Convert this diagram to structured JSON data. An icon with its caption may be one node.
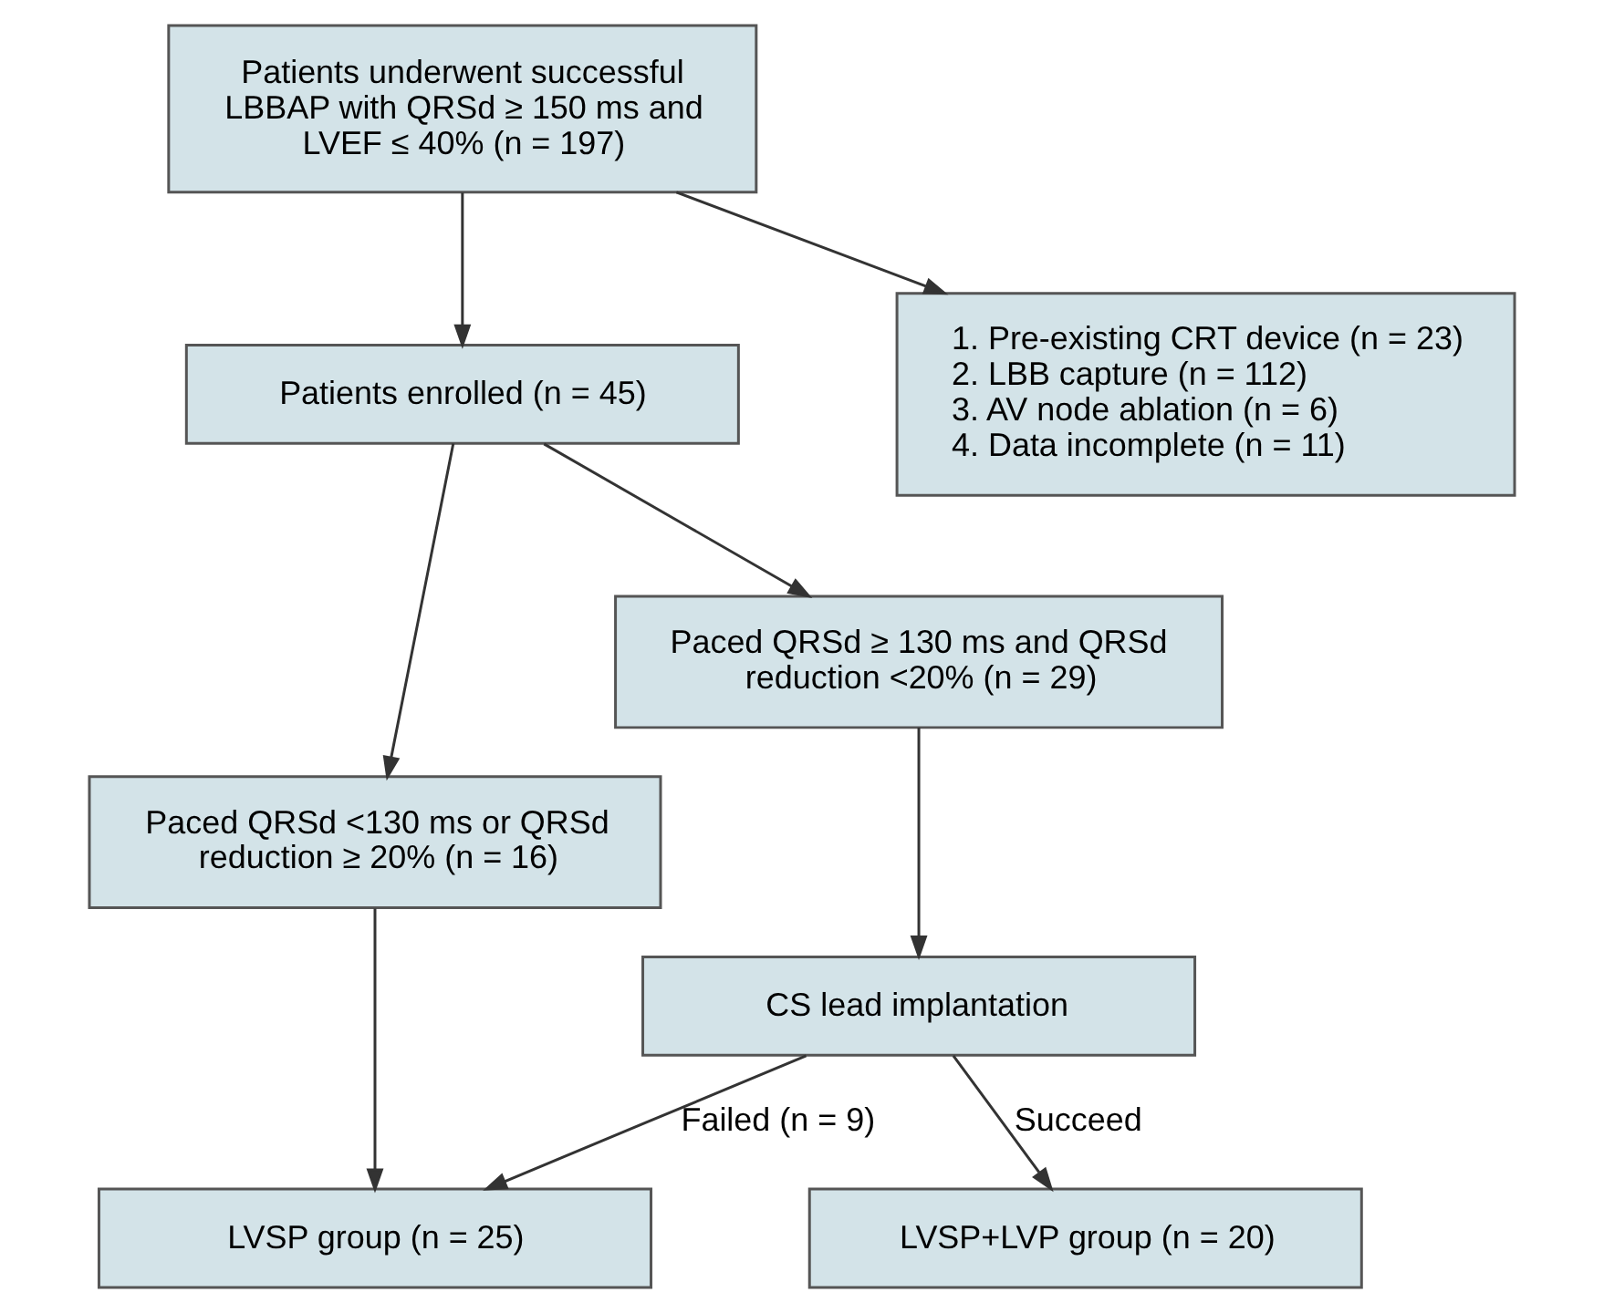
{
  "diagram": {
    "nodes": [
      {
        "text": [
          "Patients underwent successful LBBAP with QRSd ≥ 150 ms and LVEF ≤ 40% (n = 197)"
        ]
      },
      {
        "text": [
          "1. Pre-existing CRT device (n = 23)",
          "2. LBB capture (n = 112)",
          "3. AV node ablation (n = 6)",
          "4. Data incomplete (n = 11)"
        ]
      },
      {
        "text": [
          "Patients enrolled (n = 45)"
        ]
      },
      {
        "text": [
          "Paced QRSd <130 ms or QRSd reduction ≥ 20% (n = 16)"
        ]
      },
      {
        "text": [
          "Paced QRSd ≥ 130 ms and QRSd reduction <20% (n = 29)"
        ]
      },
      {
        "text": [
          "CS lead implantation"
        ]
      },
      {
        "text": [
          "LVSP group (n = 25)"
        ]
      },
      {
        "text": [
          "LVSP+LVP group (n = 20)"
        ]
      }
    ],
    "edges": [
      {
        "from": 0,
        "to": 1,
        "arrow": "to"
      },
      {
        "from": 0,
        "to": 2,
        "arrow": "to"
      },
      {
        "from": 2,
        "to": 3,
        "arrow": "to"
      },
      {
        "from": 2,
        "to": 4,
        "arrow": "to"
      },
      {
        "from": 3,
        "to": 6,
        "arrow": "to"
      },
      {
        "from": 4,
        "to": 5,
        "arrow": "to"
      },
      {
        "from": 5,
        "to": 6,
        "label": "Failed (n = 9)",
        "arrow": "to"
      },
      {
        "from": 5,
        "to": 7,
        "label": "Succeed",
        "arrow": "to"
      }
    ]
  }
}
